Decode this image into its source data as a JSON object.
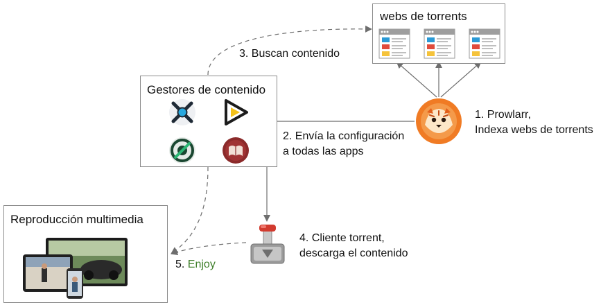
{
  "boxes": {
    "torrent_sites": {
      "title": "webs de torrents"
    },
    "content_managers": {
      "title": "Gestores de contenido"
    },
    "media_playback": {
      "title": "Reproducción multimedia"
    }
  },
  "steps": {
    "step1": {
      "line1": "1. Prowlarr,",
      "line2": "Indexa webs de torrents"
    },
    "step2": {
      "line1": "2. Envía la configuración",
      "line2": "a todas las apps"
    },
    "step3": {
      "text": "3. Buscan contenido"
    },
    "step4": {
      "line1": "4. Cliente torrent,",
      "line2": "descarga el contenido"
    },
    "step5": {
      "prefix": "5.",
      "accent": "Enjoy"
    }
  },
  "icons": {
    "browser": "browser-window-icon",
    "sonarr": "sonarr-logo-icon",
    "prowlarr": "prowlarr-tiger-logo",
    "torrent_client": "torrent-client-lever-icon",
    "devices": "media-devices-icon"
  },
  "colors": {
    "accent_green": "#3f7f2a",
    "prowlarr_orange": "#f07b24",
    "arrow_grey": "#6e6e6e"
  }
}
